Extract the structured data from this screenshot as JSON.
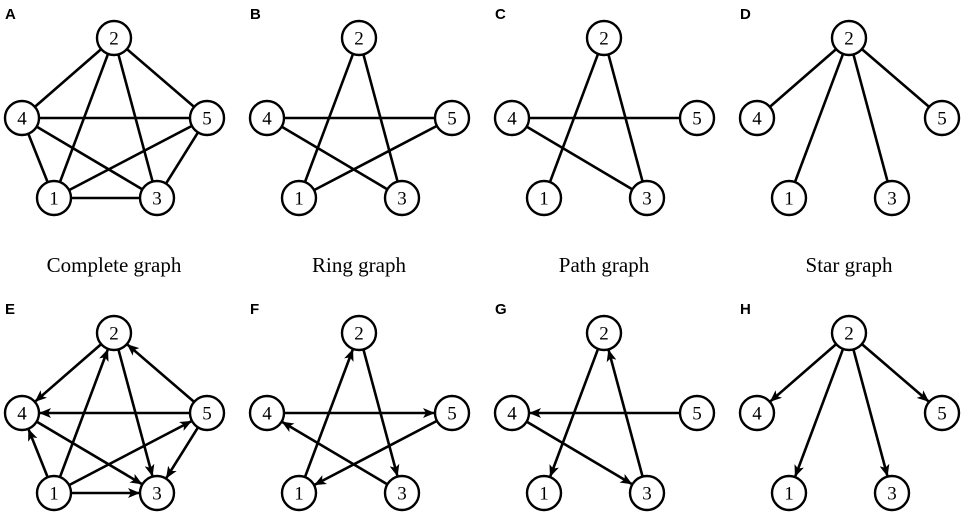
{
  "nodes": [
    "1",
    "2",
    "3",
    "4",
    "5"
  ],
  "panels": [
    {
      "letter": "A",
      "directed": false,
      "caption": "Complete graph",
      "edges": [
        [
          "2",
          "4"
        ],
        [
          "2",
          "5"
        ],
        [
          "2",
          "1"
        ],
        [
          "2",
          "3"
        ],
        [
          "4",
          "5"
        ],
        [
          "4",
          "1"
        ],
        [
          "4",
          "3"
        ],
        [
          "5",
          "1"
        ],
        [
          "5",
          "3"
        ],
        [
          "1",
          "3"
        ]
      ]
    },
    {
      "letter": "B",
      "directed": false,
      "caption": "Ring graph",
      "edges": [
        [
          "2",
          "1"
        ],
        [
          "2",
          "3"
        ],
        [
          "4",
          "5"
        ],
        [
          "4",
          "3"
        ],
        [
          "5",
          "1"
        ]
      ]
    },
    {
      "letter": "C",
      "directed": false,
      "caption": "Path graph",
      "edges": [
        [
          "2",
          "1"
        ],
        [
          "2",
          "3"
        ],
        [
          "4",
          "5"
        ],
        [
          "4",
          "3"
        ]
      ]
    },
    {
      "letter": "D",
      "directed": false,
      "caption": "Star graph",
      "edges": [
        [
          "2",
          "4"
        ],
        [
          "2",
          "5"
        ],
        [
          "2",
          "1"
        ],
        [
          "2",
          "3"
        ]
      ]
    },
    {
      "letter": "E",
      "directed": true,
      "caption": "",
      "edges": [
        [
          "2",
          "4"
        ],
        [
          "5",
          "2"
        ],
        [
          "1",
          "2"
        ],
        [
          "2",
          "3"
        ],
        [
          "5",
          "4"
        ],
        [
          "1",
          "4"
        ],
        [
          "4",
          "3"
        ],
        [
          "1",
          "5"
        ],
        [
          "5",
          "3"
        ],
        [
          "1",
          "3"
        ]
      ]
    },
    {
      "letter": "F",
      "directed": true,
      "caption": "",
      "edges": [
        [
          "1",
          "2"
        ],
        [
          "2",
          "3"
        ],
        [
          "4",
          "5"
        ],
        [
          "3",
          "4"
        ],
        [
          "5",
          "1"
        ]
      ]
    },
    {
      "letter": "G",
      "directed": true,
      "caption": "",
      "edges": [
        [
          "2",
          "1"
        ],
        [
          "3",
          "2"
        ],
        [
          "5",
          "4"
        ],
        [
          "4",
          "3"
        ]
      ]
    },
    {
      "letter": "H",
      "directed": true,
      "caption": "",
      "edges": [
        [
          "2",
          "4"
        ],
        [
          "2",
          "5"
        ],
        [
          "2",
          "1"
        ],
        [
          "2",
          "3"
        ]
      ]
    }
  ]
}
